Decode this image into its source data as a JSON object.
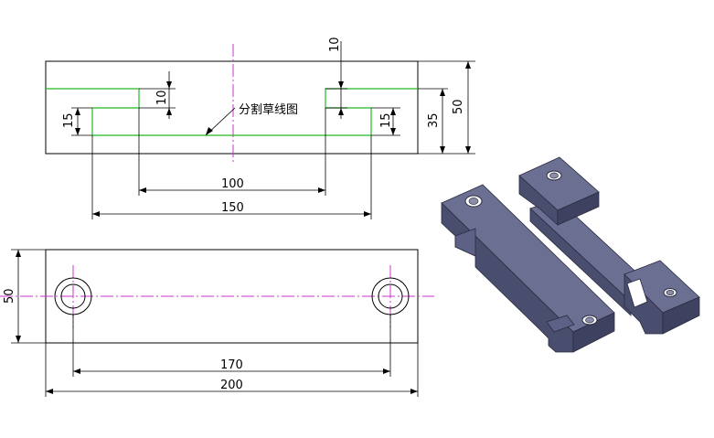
{
  "front_view": {
    "dim_top": "10",
    "dim_10_left": "10",
    "dim_10_right": "10",
    "dim_15_left": "15",
    "dim_15_right": "15",
    "dim_35": "35",
    "dim_50": "50",
    "dim_100": "100",
    "dim_150": "150",
    "callout": "分割草线图"
  },
  "top_view": {
    "dim_50": "50",
    "dim_170": "170",
    "dim_200": "200"
  },
  "colors": {
    "sketch_line": "#22bb22",
    "center_line": "#cc33cc",
    "part_face": "#55597a",
    "part_top": "#6b6f92"
  }
}
